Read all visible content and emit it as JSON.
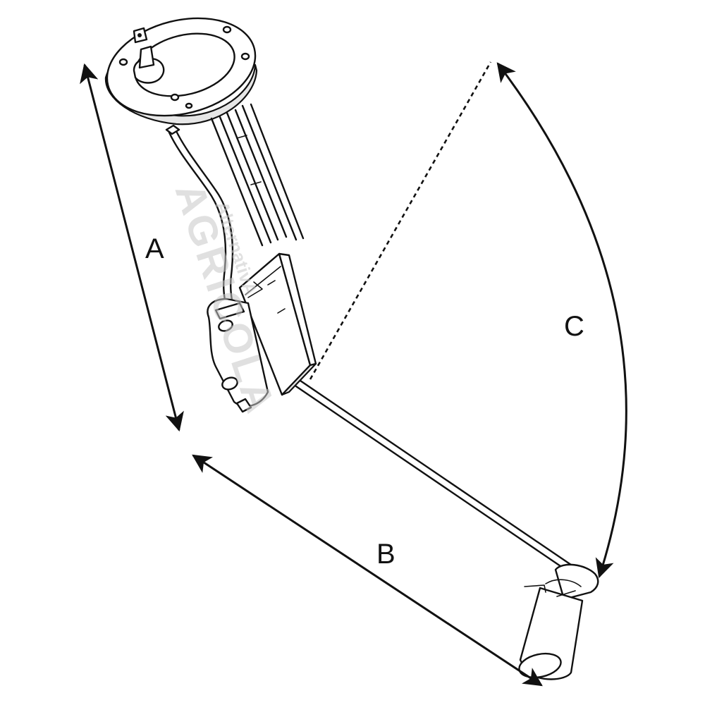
{
  "dimensions": {
    "a_label": "A",
    "b_label": "B",
    "c_label": "C"
  },
  "watermark": {
    "line1": "AGRICOLA",
    "line2": "AlternativA"
  },
  "colors": {
    "ink": "#111111",
    "background": "#ffffff",
    "watermark": "#c8c8c8"
  }
}
